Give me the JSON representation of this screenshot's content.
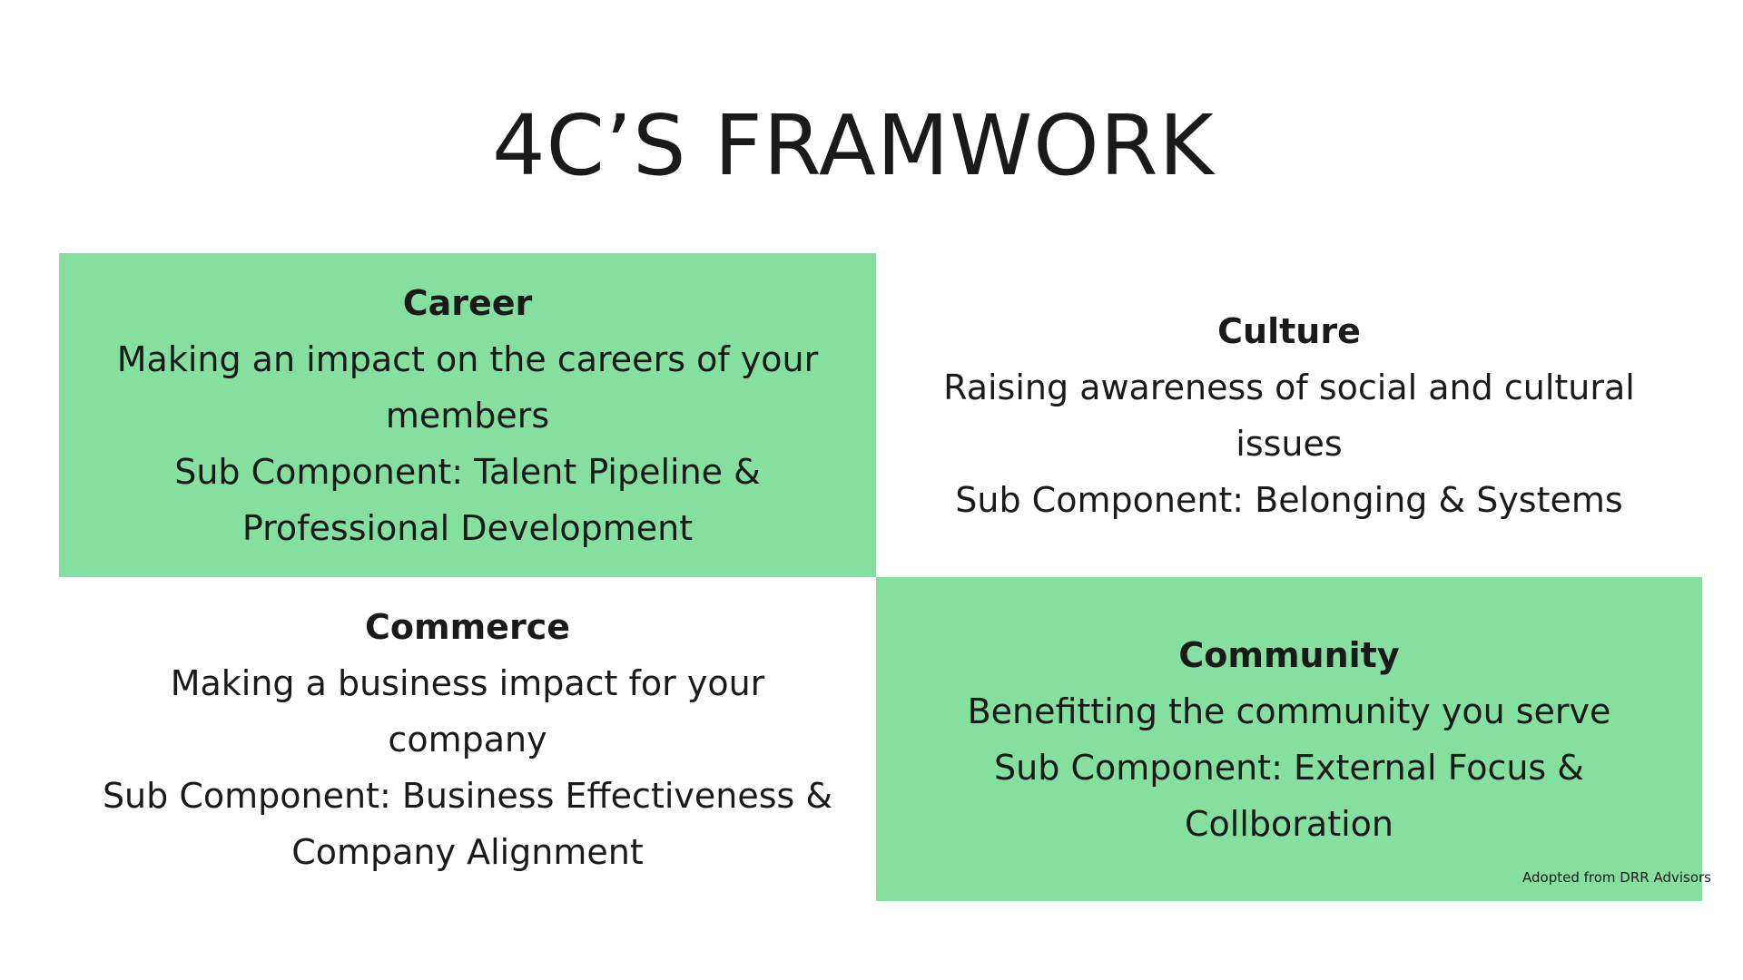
{
  "title": "4C’S FRAMWORK",
  "quadrants": {
    "career": {
      "heading": "Career",
      "description": "Making an impact on the careers of your members",
      "sub": "Sub Component: Talent Pipeline & Professional Development"
    },
    "culture": {
      "heading": "Culture",
      "description": "Raising awareness of social and cultural issues",
      "sub": "Sub Component: Belonging & Systems"
    },
    "commerce": {
      "heading": "Commerce",
      "description": "Making a business impact for your company",
      "sub": "Sub Component: Business Effectiveness & Company Alignment"
    },
    "community": {
      "heading": "Community",
      "description": "Benefitting the community you serve",
      "sub": "Sub Component: External Focus & Collboration"
    }
  },
  "credit": "Adopted from DRR Advisors",
  "colors": {
    "accent_green": "#85df9e",
    "text": "#1a1a1a",
    "background": "#ffffff"
  }
}
